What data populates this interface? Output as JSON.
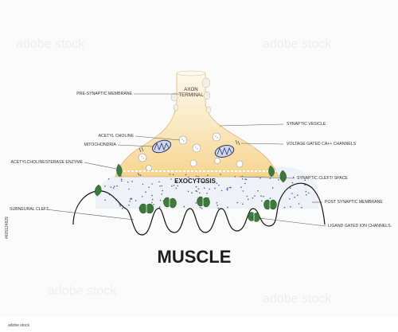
{
  "labels": {
    "axon_terminal_1": "AXON",
    "axon_terminal_2": "TERMINAL",
    "pre_synaptic_membrane": "PRE-SYNAPTIC MEMBRANE",
    "acetyl_choline": "ACETYL CHOLINE",
    "mitochondria": "MITOCHONDRIA",
    "acetylcholinesterase_enzyme": "ACETYLCHOLINESTERASE ENZYME",
    "subneural_cleft": "SUBNEURAL CLEFT.",
    "synaptic_vesicle": "SYNAPTIC VESICLE",
    "voltage_gated_channels": "VOLTAGE GATED CA++ CHANNELS",
    "synaptic_cleft_space": "SYNAPTIC CLEFT/ SPACE",
    "exocytosis": "EXOCYTOSIS",
    "post_synaptic_membrane": "POST SYNAPTIC MEMBRANE",
    "ligand_gated_channels": "LIGAND GATED ION CHANNELS."
  },
  "title": "MUSCLE",
  "stock": {
    "watermark": "adobe stock",
    "id_text": "#605124829"
  },
  "colors": {
    "terminal_top": "#fdf6e3",
    "terminal_bottom": "#f7d693",
    "cleft_fill": "#eef1f6",
    "dots": "#4a5aa8",
    "enzyme": "#3d7a3c",
    "outline": "#111111"
  },
  "icons": {
    "enzyme_leaf": "leaf-shape",
    "receptor": "ligand-gated-channel",
    "mitochondrion": "oval-with-cristae",
    "vesicle": "circle-with-dots"
  }
}
